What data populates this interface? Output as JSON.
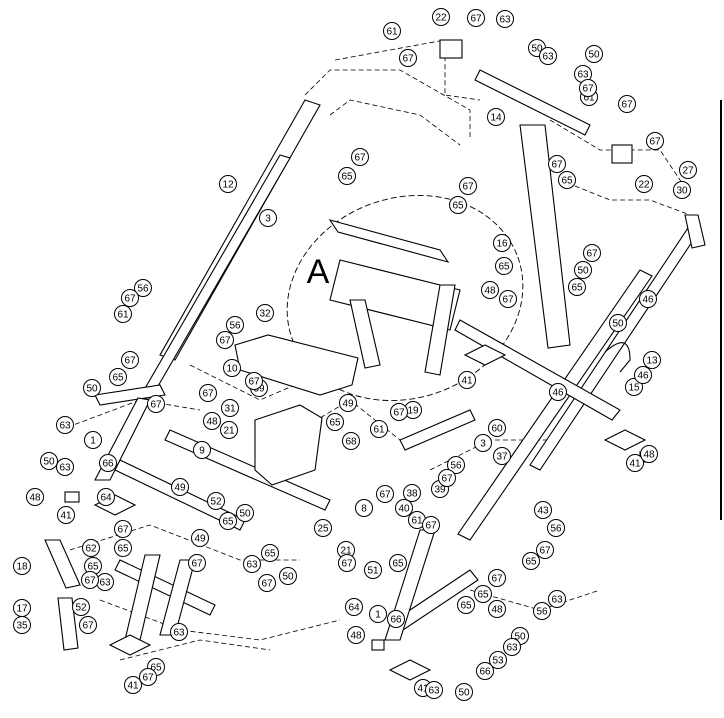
{
  "diagram": {
    "type": "exploded-parts-diagram",
    "detail_label": "A",
    "stroke_color": "#000000",
    "background_color": "#ffffff",
    "callouts": [
      "1",
      "3",
      "8",
      "9",
      "10",
      "12",
      "13",
      "14",
      "15",
      "16",
      "17",
      "18",
      "19",
      "21",
      "22",
      "25",
      "27",
      "30",
      "31",
      "32",
      "35",
      "37",
      "38",
      "39",
      "40",
      "41",
      "43",
      "46",
      "48",
      "49",
      "50",
      "51",
      "52",
      "53",
      "56",
      "59",
      "60",
      "61",
      "62",
      "63",
      "64",
      "65",
      "66",
      "67",
      "68"
    ]
  }
}
